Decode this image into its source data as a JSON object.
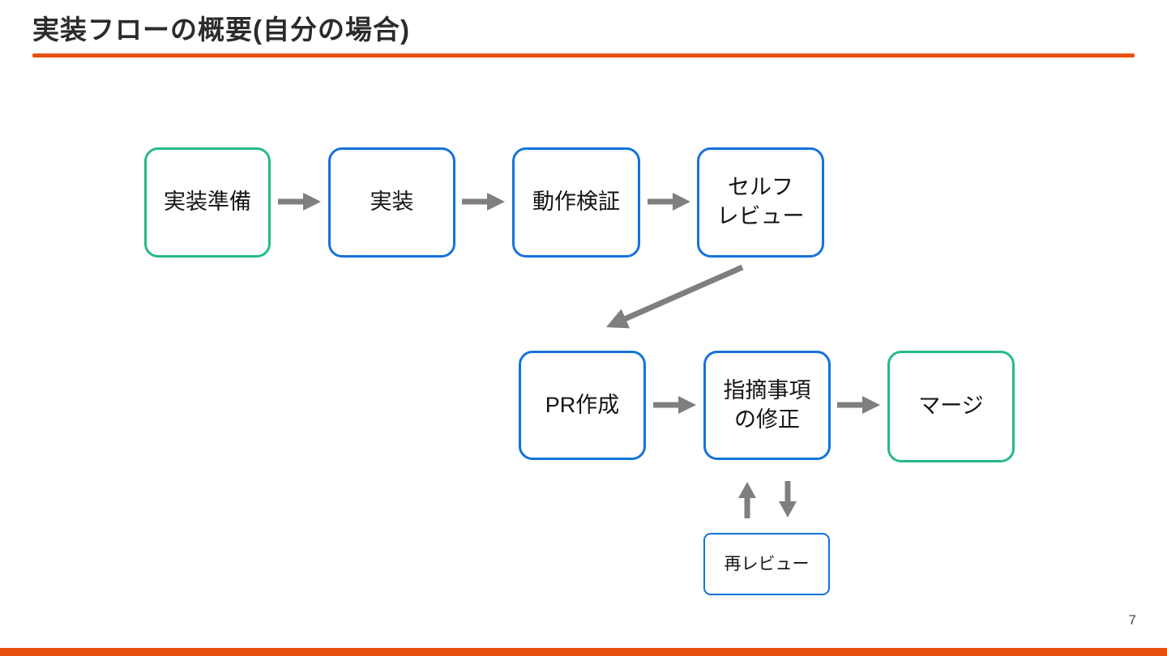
{
  "title": "実装フローの概要(自分の場合)",
  "page_number": "7",
  "colors": {
    "accent": "#E8500F",
    "blue": "#1573DB",
    "green": "#26B98A",
    "arrow": "#7F7F7F"
  },
  "flow": {
    "row1": [
      {
        "label": "実装準備",
        "border": "green"
      },
      {
        "label": "実装",
        "border": "blue"
      },
      {
        "label": "動作検証",
        "border": "blue"
      },
      {
        "label": "セルフ\nレビュー",
        "border": "blue"
      }
    ],
    "row2": [
      {
        "label": "PR作成",
        "border": "blue"
      },
      {
        "label": "指摘事項\nの修正",
        "border": "blue"
      },
      {
        "label": "マージ",
        "border": "green"
      }
    ],
    "re_review": {
      "label": "再レビュー",
      "border": "blue"
    },
    "edges": [
      {
        "from": "実装準備",
        "to": "実装",
        "direction": "right"
      },
      {
        "from": "実装",
        "to": "動作検証",
        "direction": "right"
      },
      {
        "from": "動作検証",
        "to": "セルフレビュー",
        "direction": "right"
      },
      {
        "from": "セルフレビュー",
        "to": "PR作成",
        "direction": "diagonal-down-left"
      },
      {
        "from": "PR作成",
        "to": "指摘事項の修正",
        "direction": "right"
      },
      {
        "from": "指摘事項の修正",
        "to": "マージ",
        "direction": "right"
      },
      {
        "from": "再レビュー",
        "to": "指摘事項の修正",
        "direction": "up"
      },
      {
        "from": "指摘事項の修正",
        "to": "再レビュー",
        "direction": "down"
      }
    ]
  }
}
